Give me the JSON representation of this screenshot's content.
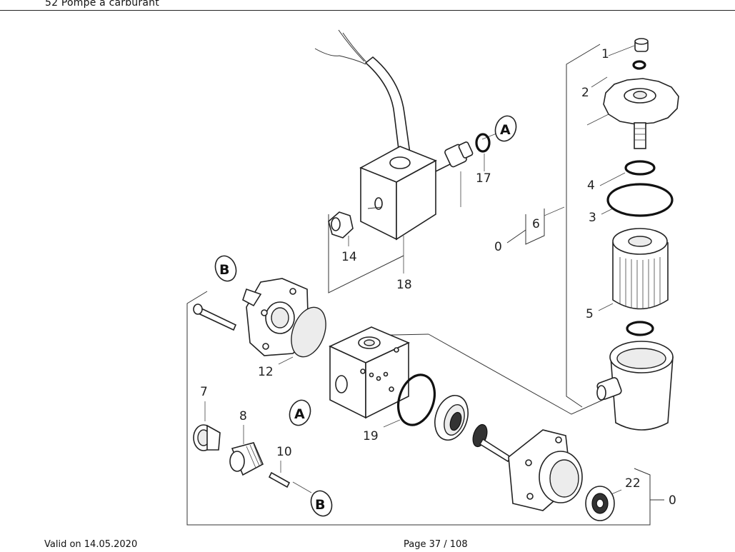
{
  "header": {
    "title": "52 Pompe à carburant"
  },
  "footer": {
    "valid": "Valid on 14.05.2020",
    "page": "Page 37 / 108"
  },
  "diagram": {
    "part_labels": {
      "p1": "1",
      "p2": "2",
      "p3": "3",
      "p4": "4",
      "p5": "5",
      "p6": "6",
      "p7": "7",
      "p8": "8",
      "p10": "10",
      "p12": "12",
      "p14": "14",
      "p17": "17",
      "p18": "18",
      "p19": "19",
      "p22": "22",
      "p0a": "0",
      "p0b": "0"
    },
    "callouts": {
      "a_top": "A",
      "a_mid": "A",
      "b_top": "B",
      "b_bot": "B"
    }
  }
}
